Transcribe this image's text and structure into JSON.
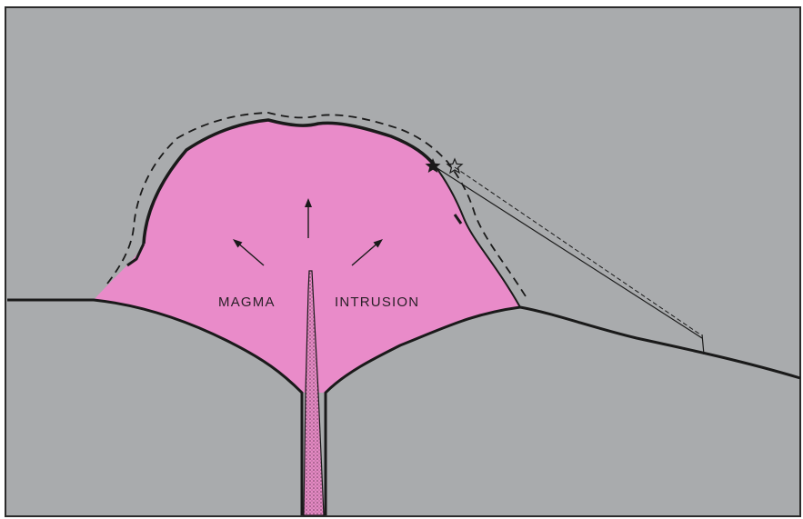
{
  "labels": {
    "left": "MAGMA",
    "right": "INTRUSION"
  },
  "colors": {
    "background_rock": "#a9abad",
    "magma": "#e98bc9",
    "magma_conduit": "#d97fb9",
    "outline": "#1a1a1a"
  },
  "icons": {
    "arrows": "expansion-arrow",
    "markers": "star-marker"
  }
}
